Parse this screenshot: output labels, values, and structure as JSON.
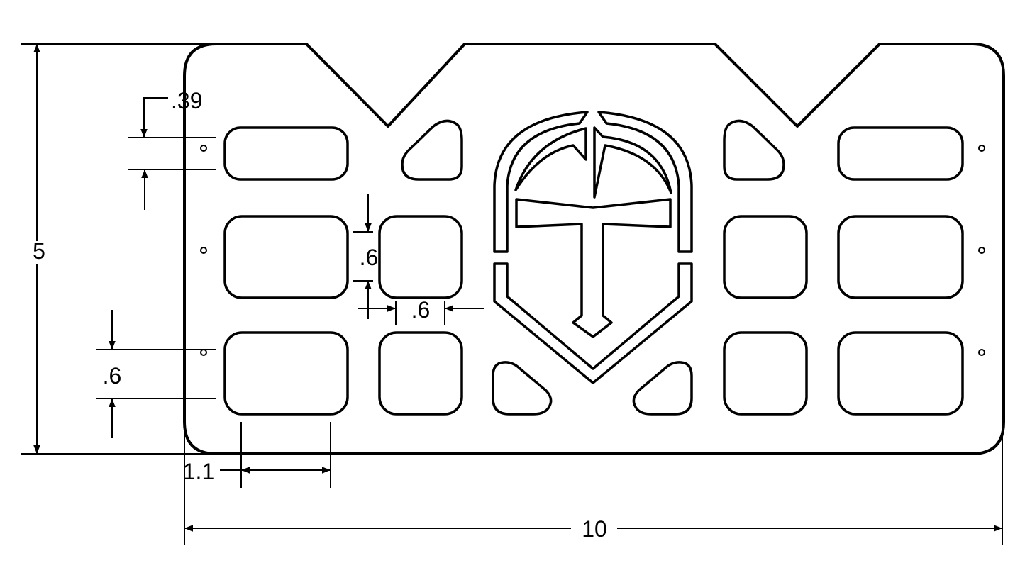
{
  "drawing": {
    "units_note": "",
    "dimensions": {
      "overall_height": "5",
      "overall_width": "10",
      "top_slot_height": ".39",
      "bottom_row_spacing": ".6",
      "vertical_gap": ".6",
      "horizontal_gap": ".6",
      "edge_offset": "1.1"
    }
  }
}
